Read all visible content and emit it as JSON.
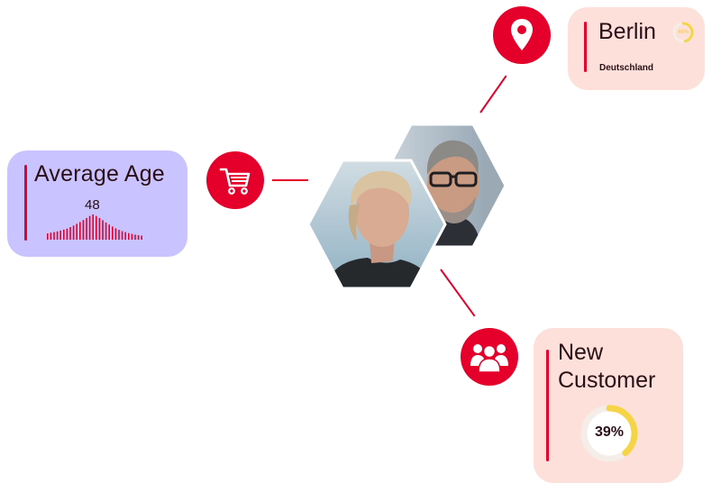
{
  "average_age": {
    "title": "Average Age",
    "value": "48",
    "distribution": [
      0.25,
      0.28,
      0.3,
      0.33,
      0.36,
      0.4,
      0.44,
      0.5,
      0.56,
      0.63,
      0.7,
      0.78,
      0.86,
      0.94,
      1.0,
      0.94,
      0.86,
      0.77,
      0.68,
      0.6,
      0.52,
      0.45,
      0.39,
      0.34,
      0.3,
      0.26,
      0.23,
      0.2,
      0.18,
      0.16
    ]
  },
  "location": {
    "city": "Berlin",
    "country": "Deutschland",
    "share_label": "46%",
    "share": 0.46
  },
  "new_customer": {
    "title_line1": "New",
    "title_line2": "Customer",
    "percent_label": "39%",
    "percent": 0.39
  },
  "colors": {
    "accent": "#e4002b",
    "age_card_bg": "#c9c3ff",
    "pink_card_bg": "#fde0da",
    "ring_fill": "#f5d547",
    "ring_track": "#f4ede8"
  },
  "icons": {
    "location": "map-pin-icon",
    "shopping": "shopping-cart-icon",
    "customers": "users-group-icon"
  }
}
